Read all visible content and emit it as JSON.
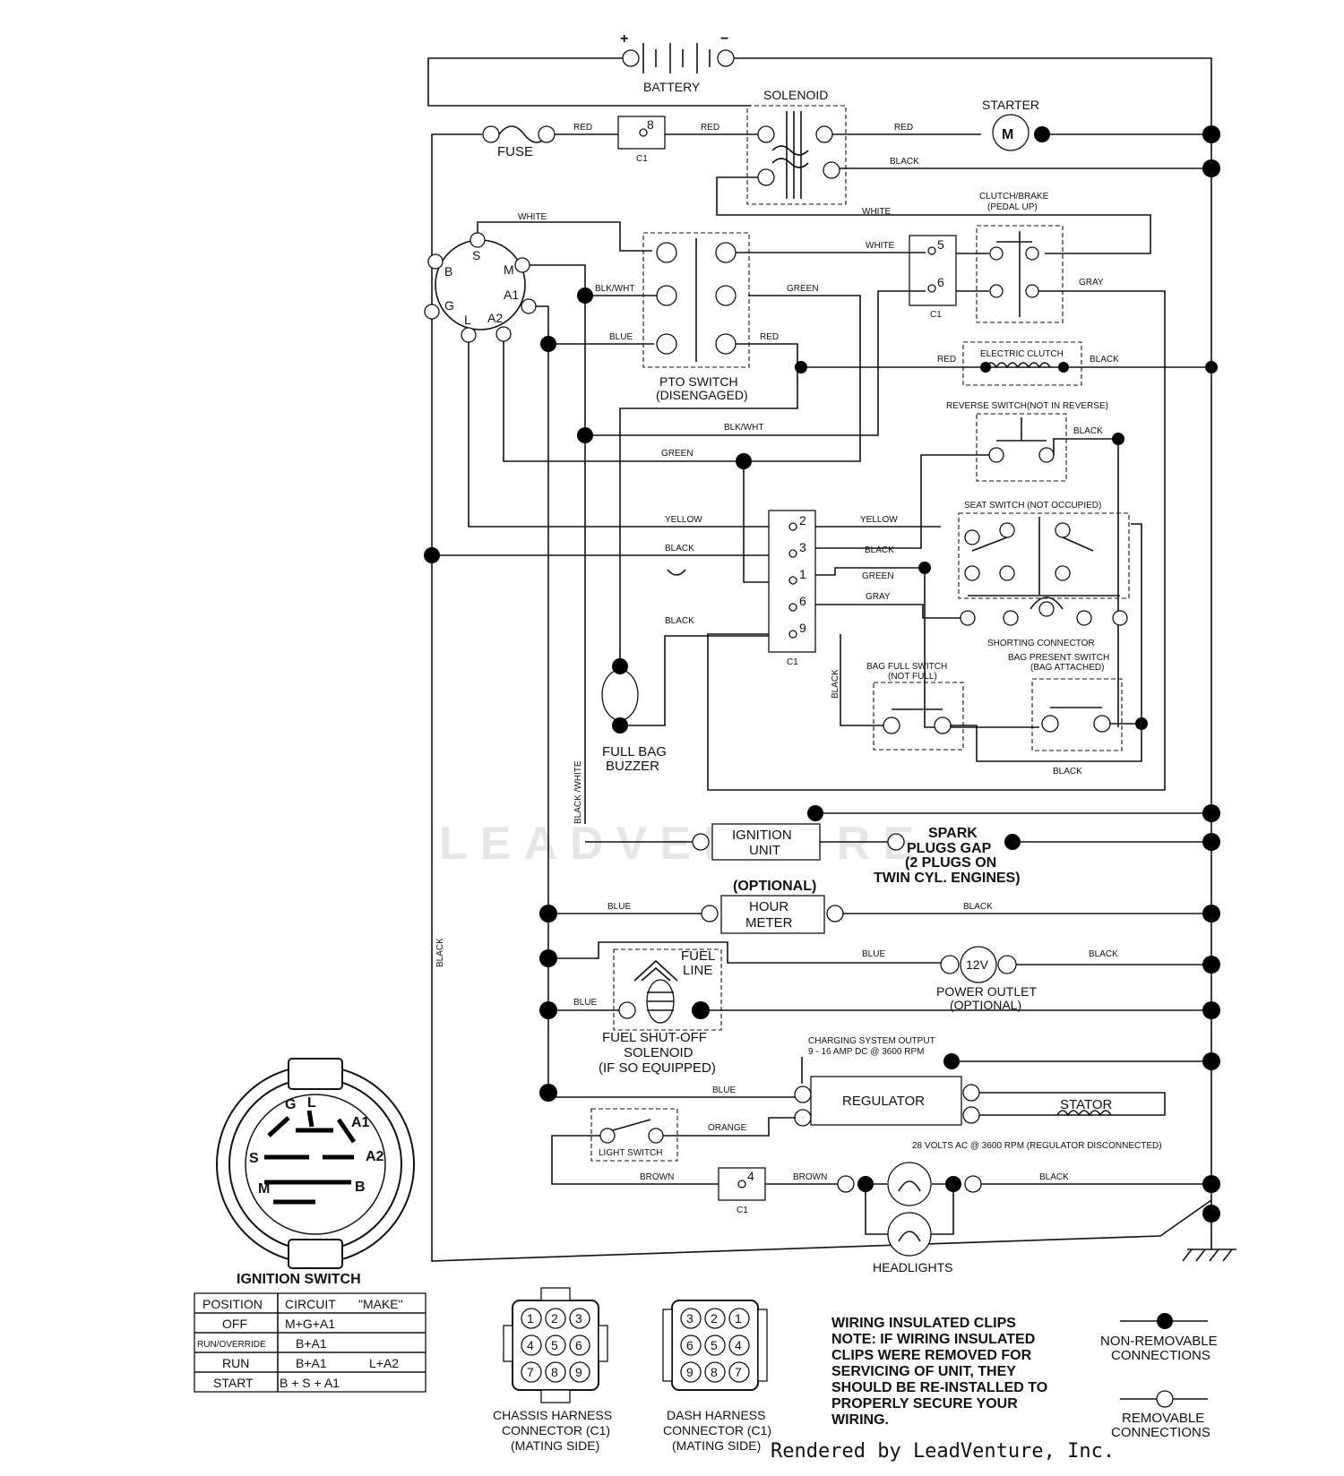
{
  "components": {
    "battery": "BATTERY",
    "battery_plus": "+",
    "battery_minus": "−",
    "solenoid": "SOLENOID",
    "starter": "STARTER",
    "starter_symbol": "M",
    "fuse": "FUSE",
    "c1_pin8": "8",
    "c1": "C1",
    "clutch_brake": [
      "CLUTCH/BRAKE",
      "(PEDAL UP)"
    ],
    "c1_pin5": "5",
    "c1_pin6": "6",
    "pto_switch": [
      "PTO SWITCH",
      "(DISENGAGED)"
    ],
    "electric_clutch": "ELECTRIC CLUTCH",
    "reverse_switch": "REVERSE SWITCH(NOT IN REVERSE)",
    "seat_switch": "SEAT SWITCH (NOT OCCUPIED)",
    "shorting_connector": "SHORTING CONNECTOR",
    "bag_present": [
      "BAG PRESENT SWITCH",
      "(BAG ATTACHED)"
    ],
    "bag_full": [
      "BAG FULL SWITCH",
      "(NOT FULL)"
    ],
    "full_bag_buzzer": [
      "FULL BAG",
      "BUZZER"
    ],
    "c1_pins": [
      "2",
      "3",
      "1",
      "6",
      "9"
    ],
    "ignition_unit": [
      "IGNITION",
      "UNIT"
    ],
    "spark_plugs": [
      "SPARK",
      "PLUGS GAP",
      "(2 PLUGS ON",
      "TWIN CYL. ENGINES)"
    ],
    "hour_meter_optional": "(OPTIONAL)",
    "hour_meter": [
      "HOUR",
      "METER"
    ],
    "fuel_line": [
      "FUEL",
      "LINE"
    ],
    "fuel_solenoid": [
      "FUEL SHUT-OFF",
      "SOLENOID",
      "(IF SO EQUIPPED)"
    ],
    "power_outlet_symbol": "12V",
    "power_outlet": [
      "POWER OUTLET",
      "(OPTIONAL)"
    ],
    "charging_output": [
      "CHARGING SYSTEM OUTPUT",
      "9 - 16 AMP DC @ 3600 RPM"
    ],
    "regulator": "REGULATOR",
    "stator": "STATOR",
    "stator_note": "28 VOLTS AC @ 3600 RPM (REGULATOR DISCONNECTED)",
    "light_switch": "LIGHT SWITCH",
    "c1_pin4": "4",
    "headlights": "HEADLIGHTS",
    "ign_terminals": [
      "B",
      "S",
      "M",
      "A1",
      "A2",
      "L",
      "G"
    ]
  },
  "wire_labels": {
    "red": "RED",
    "black": "BLACK",
    "white": "WHITE",
    "green": "GREEN",
    "gray": "GRAY",
    "blue": "BLUE",
    "blkwht": "BLK/WHT",
    "yellow": "YELLOW",
    "orange": "ORANGE",
    "brown": "BROWN",
    "black_white": "BLACK /WHITE"
  },
  "ignition_switch": {
    "title": "IGNITION SWITCH",
    "face_labels": [
      "G",
      "L",
      "A1",
      "S",
      "A2",
      "M",
      "B"
    ],
    "table": {
      "headers": [
        "POSITION",
        "CIRCUIT",
        "\"MAKE\""
      ],
      "rows": [
        [
          "OFF",
          "M+G+A1",
          ""
        ],
        [
          "RUN/OVERRIDE",
          "B+A1",
          ""
        ],
        [
          "RUN",
          "B+A1",
          "L+A2"
        ],
        [
          "START",
          "B + S + A1",
          ""
        ]
      ]
    }
  },
  "connectors": {
    "chassis": {
      "label": [
        "CHASSIS HARNESS",
        "CONNECTOR (C1)",
        "(MATING SIDE)"
      ],
      "pins": [
        "1",
        "2",
        "3",
        "4",
        "5",
        "6",
        "7",
        "8",
        "9"
      ]
    },
    "dash": {
      "label": [
        "DASH HARNESS",
        "CONNECTOR (C1)",
        "(MATING SIDE)"
      ],
      "pins": [
        "3",
        "2",
        "1",
        "6",
        "5",
        "4",
        "9",
        "8",
        "7"
      ]
    }
  },
  "notes": {
    "clips": [
      "WIRING INSULATED CLIPS",
      "NOTE: IF WIRING INSULATED",
      "CLIPS WERE REMOVED FOR",
      "SERVICING OF UNIT, THEY",
      "SHOULD BE RE-INSTALLED TO",
      "PROPERLY SECURE YOUR",
      "WIRING."
    ],
    "non_removable": [
      "NON-REMOVABLE",
      "CONNECTIONS"
    ],
    "removable": [
      "REMOVABLE",
      "CONNECTIONS"
    ]
  },
  "watermark": "LEADVENTURE",
  "footer": "Rendered by LeadVenture, Inc."
}
